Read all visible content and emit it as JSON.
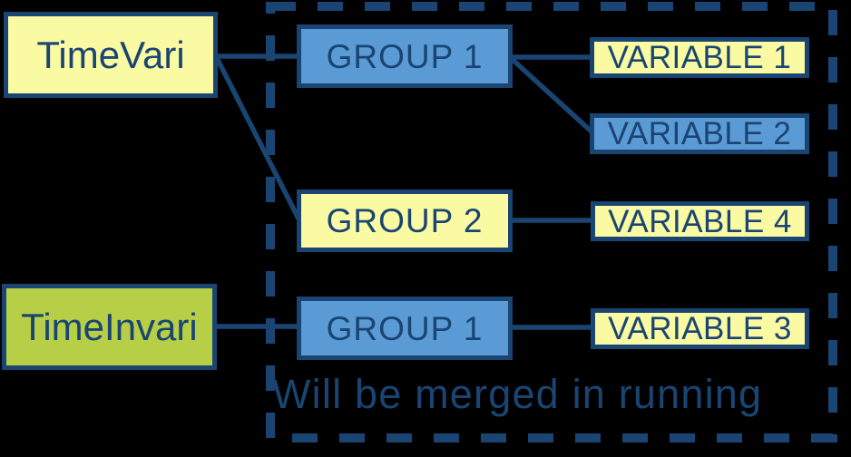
{
  "colors": {
    "navy": "#1a4572",
    "blue": "#5b9bd5",
    "yellow": "#fafaa3",
    "green": "#b7ce47",
    "background": "#000000"
  },
  "nodes": {
    "timevari": {
      "label": "TimeVari"
    },
    "timeinvari": {
      "label": "TimeInvari"
    },
    "group1_top": {
      "label": "GROUP 1"
    },
    "group2": {
      "label": "GROUP 2"
    },
    "group1_bottom": {
      "label": "GROUP 1"
    },
    "variable1": {
      "label": "VARIABLE 1"
    },
    "variable2": {
      "label": "VARIABLE 2"
    },
    "variable3": {
      "label": "VARIABLE 3"
    },
    "variable4": {
      "label": "VARIABLE 4"
    }
  },
  "caption": "Will be merged in running"
}
